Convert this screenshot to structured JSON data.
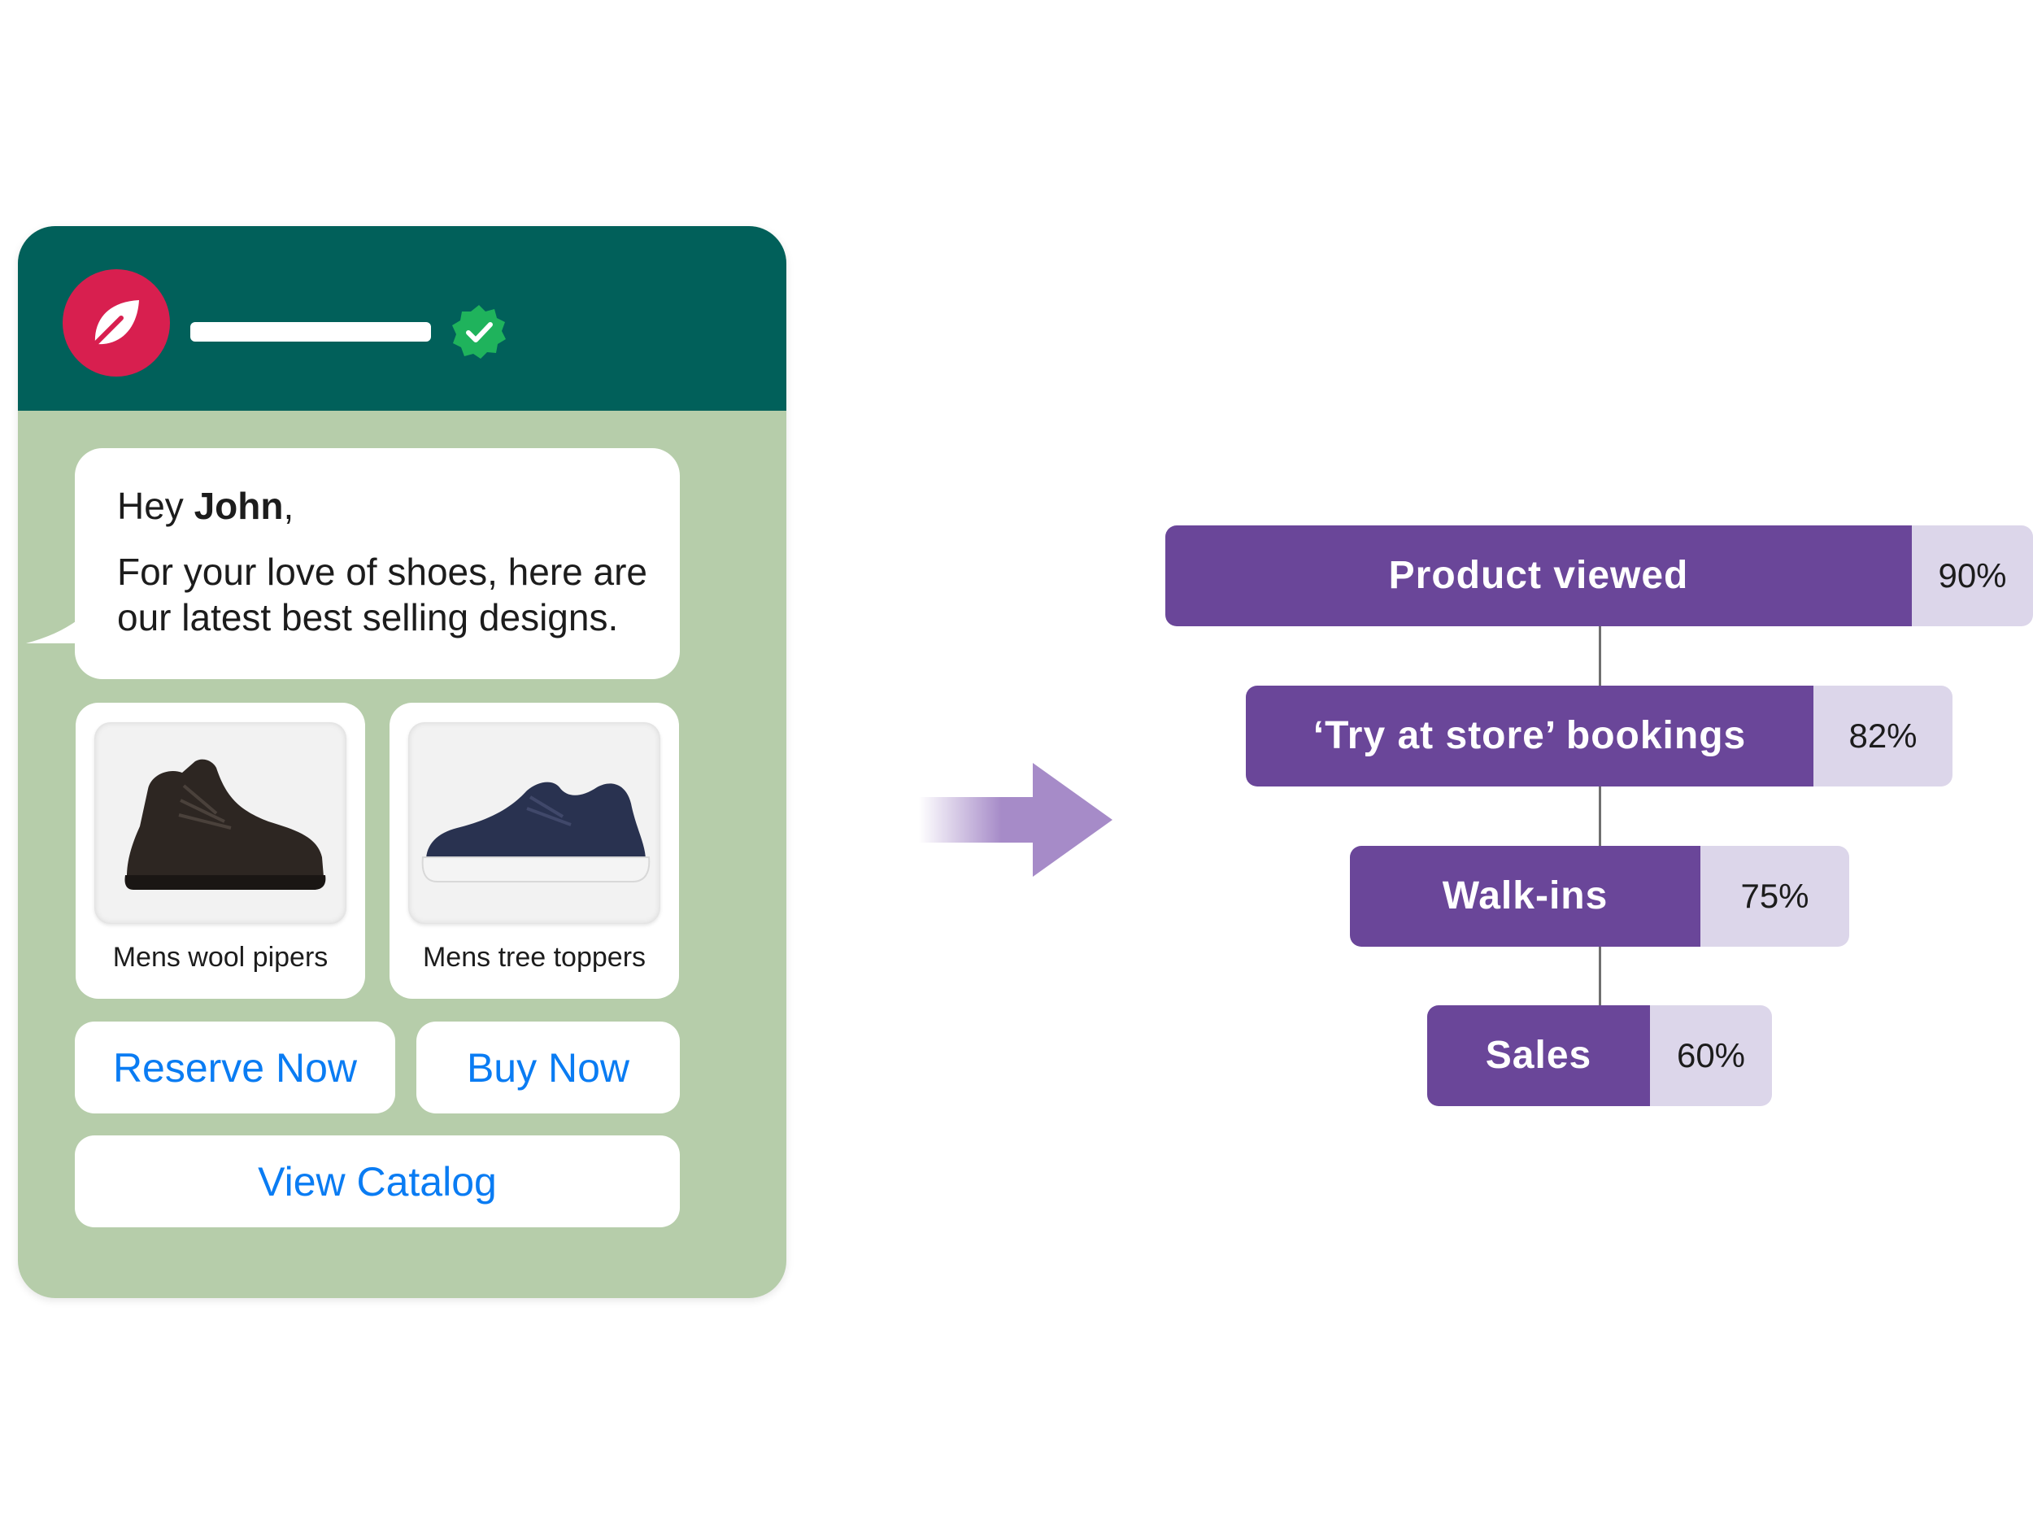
{
  "chat": {
    "greeting_prefix": "Hey ",
    "greeting_name": "John",
    "greeting_suffix": ",",
    "message": "For your love of shoes, here are our latest best selling designs.",
    "products": [
      {
        "label": "Mens wool pipers",
        "image_icon": "dark-wool-boot-image"
      },
      {
        "label": "Mens tree toppers",
        "image_icon": "navy-sneaker-image"
      }
    ],
    "buttons": {
      "reserve": "Reserve Now",
      "buy": "Buy Now",
      "catalog": "View Catalog"
    },
    "header": {
      "logo_icon": "leaf-icon",
      "verified_icon": "verified-badge-icon"
    }
  },
  "colors": {
    "header": "#01605a",
    "card_background": "#b6cdaa",
    "logo": "#d81f4f",
    "verified": "#1fb35c",
    "link": "#0a7cf3",
    "funnel_bar": "#6a4699",
    "funnel_pct": "#dcd6ea"
  },
  "funnel": {
    "stages": [
      {
        "label": "Product viewed",
        "value": "90%"
      },
      {
        "label": "‘Try at store’ bookings",
        "value": "82%"
      },
      {
        "label": "Walk-ins",
        "value": "75%"
      },
      {
        "label": "Sales",
        "value": "60%"
      }
    ]
  }
}
